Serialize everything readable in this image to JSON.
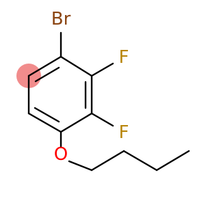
{
  "molecule": {
    "atoms": [
      {
        "id": "br",
        "label": "Br",
        "color": "#8B4513"
      },
      {
        "id": "f1",
        "label": "F",
        "color": "#B8860B"
      },
      {
        "id": "f2",
        "label": "F",
        "color": "#B8860B"
      },
      {
        "id": "o",
        "label": "O",
        "color": "#FF0000"
      }
    ],
    "bond_color": "#000000",
    "highlight_color": "#F08080"
  }
}
